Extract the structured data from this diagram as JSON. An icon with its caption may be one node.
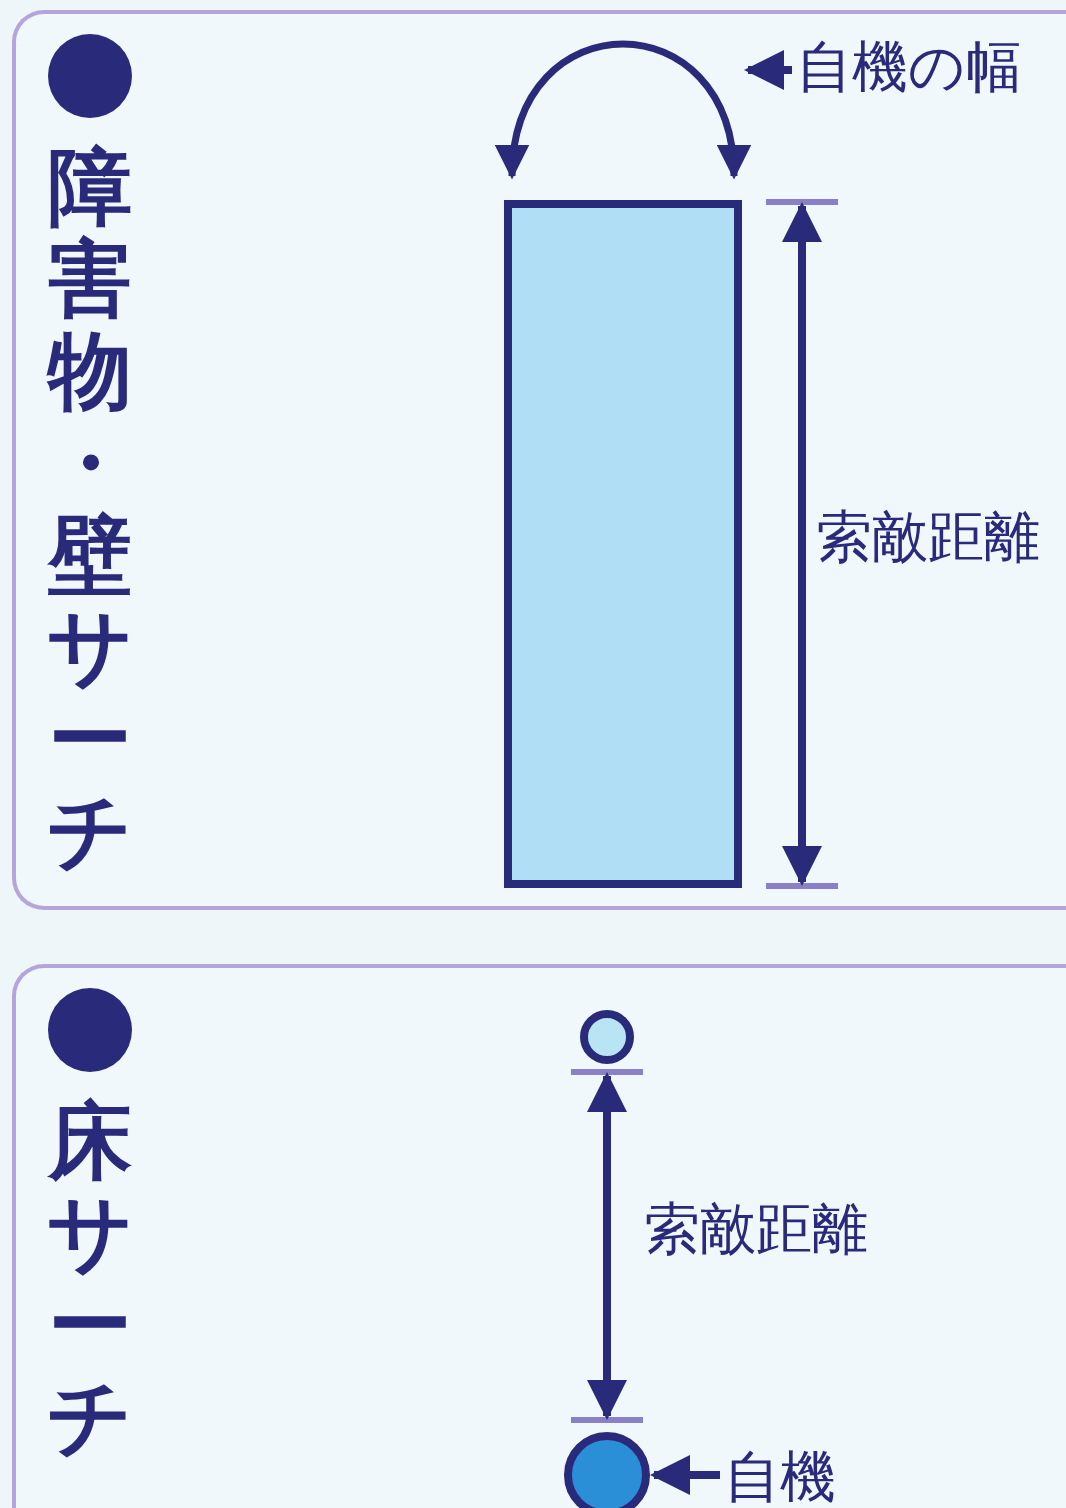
{
  "diagram": {
    "nodes": [
      {
        "text": [
          "障害物・壁サーチ"
        ]
      },
      {
        "text": [],
        "shape": "box",
        "in": 0
      },
      {
        "text": [
          "自機の幅"
        ],
        "in": 0
      },
      {
        "text": [
          "床サーチ"
        ]
      },
      {
        "text": [],
        "shape": "circle",
        "in": 3
      },
      {
        "text": [],
        "shape": "circle",
        "in": 3
      },
      {
        "text": [
          "自機"
        ],
        "in": 3
      }
    ],
    "edges": [
      {
        "from": 2,
        "to": null,
        "arrow": "to"
      },
      {
        "from": 6,
        "to": 5,
        "arrow": "to"
      },
      {
        "from": 4,
        "to": 5,
        "arrow": "both"
      },
      {
        "from": 1,
        "to": 1,
        "arrow": "both"
      }
    ],
    "labels": [
      "索敵距離",
      "索敵距離"
    ]
  }
}
